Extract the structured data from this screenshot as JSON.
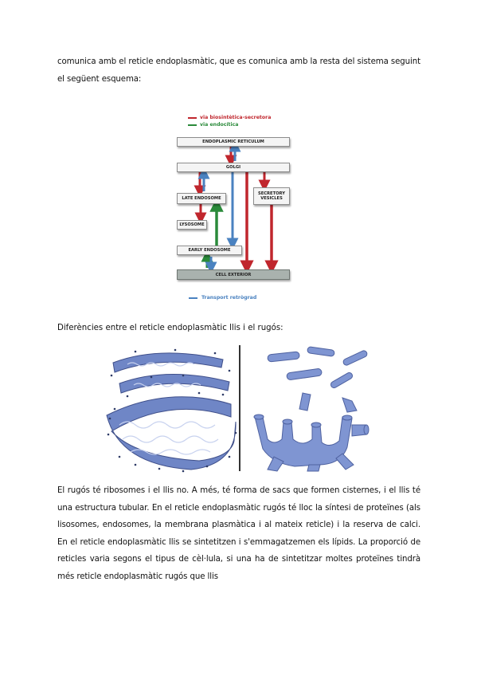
{
  "paragraph1": "comunica amb el reticle endoplasmàtic, que es comunica amb la resta del sistema seguint el següent esquema:",
  "diagram1": {
    "legend": [
      {
        "label": "via biosintètica-secretora",
        "color": "#c0262d"
      },
      {
        "label": "via endocítica",
        "color": "#2a8a3a"
      }
    ],
    "boxes": {
      "er": "ENDOPLASMIC RETICULUM",
      "golgi": "GOLGI",
      "late_endosome": "LATE ENDOSOME",
      "secretory_vesicles": "SECRETORY VESICLES",
      "lysosome": "LYSOSOME",
      "early_endosome": "EARLY ENDOSOME",
      "cell_exterior": "CELL EXTERIOR"
    },
    "retro_legend": {
      "label": "Transport retrògrad",
      "color": "#4a82c0"
    }
  },
  "caption2": "Diferències entre el reticle endoplasmàtic llis i el rugós:",
  "paragraph3": "El rugós té ribosomes i el llis no. A més, té forma de sacs que formen cisternes, i el llis té una estructura tubular. En el reticle endoplasmàtic rugós té lloc la síntesi de proteïnes (als lisosomes, endosomes, la membrana plasmàtica i al mateix reticle) i la reserva de calci. En el reticle endoplasmàtic llis se sintetitzen i s'emmagatzemen els lípids. La proporció de reticles varia segons el tipus de cèl·lula, si una ha de sintetitzar moltes proteïnes tindrà més reticle endoplasmàtic rugós que llis",
  "colors": {
    "membrane": "#6f86c6",
    "membrane_dark": "#3f4f8a",
    "ribosome": "#2d3a66"
  }
}
